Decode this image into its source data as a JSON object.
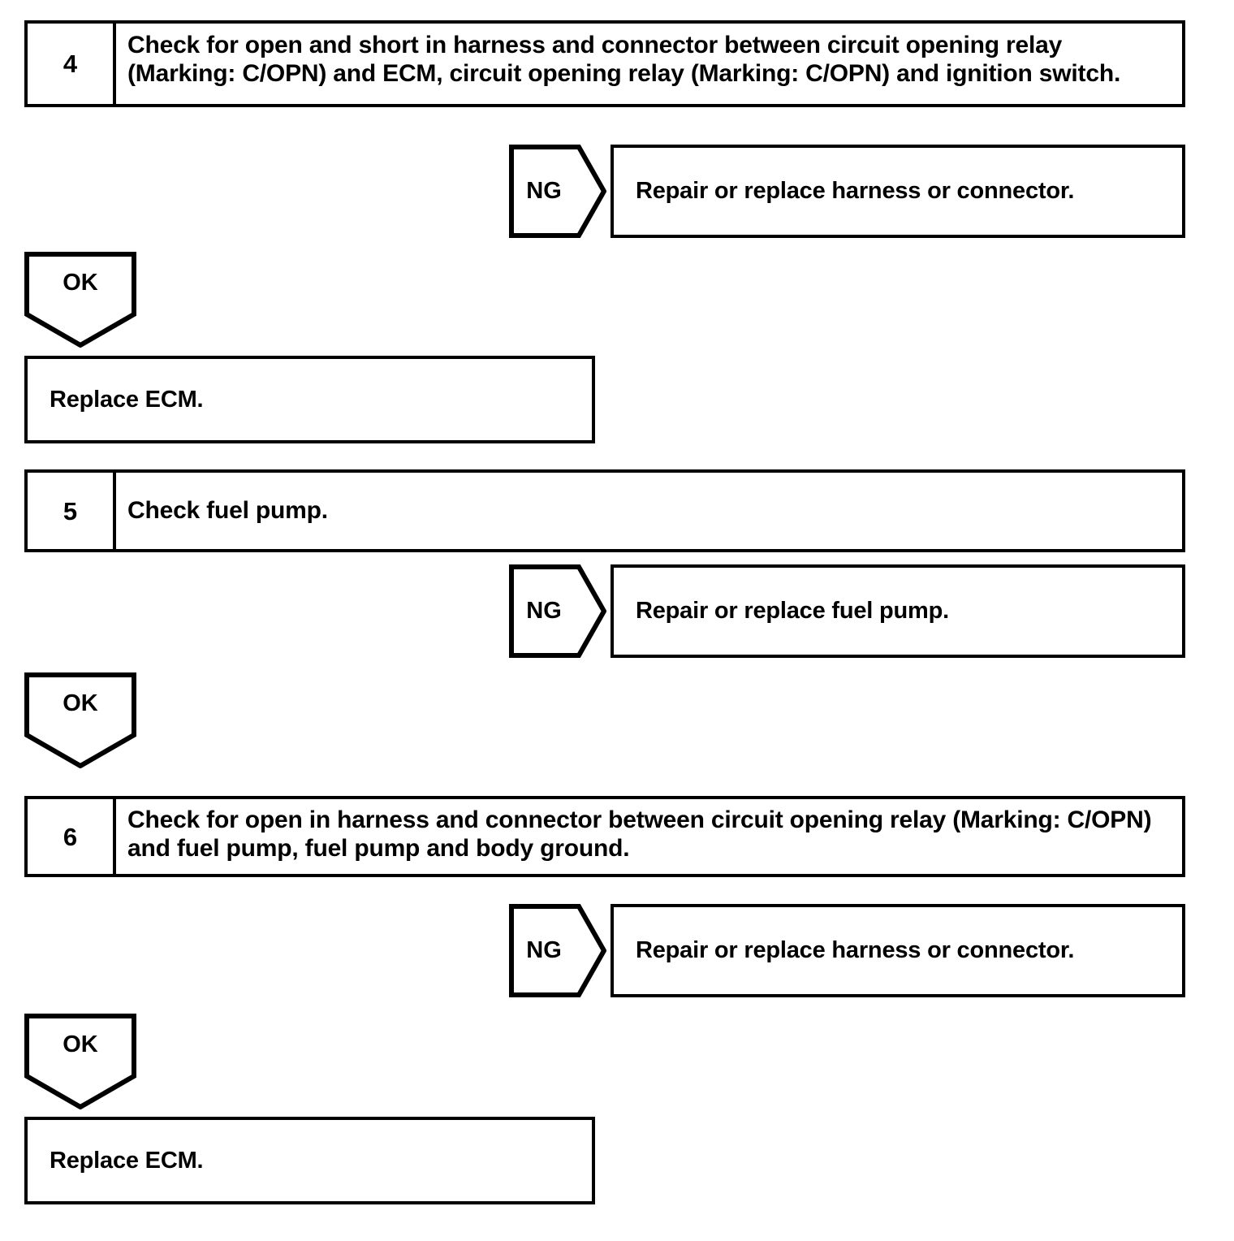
{
  "page": {
    "background_color": "#ffffff",
    "line_color": "#000000",
    "text_color": "#000000"
  },
  "flow": {
    "steps": [
      {
        "number": "4",
        "text": "Check for open and short in harness and connector between circuit opening relay (Marking: C/OPN) and ECM, circuit opening relay (Marking: C/OPN) and ignition switch."
      },
      {
        "number": "5",
        "text": "Check fuel pump."
      },
      {
        "number": "6",
        "text": "Check for open in harness and connector between circuit opening relay (Marking: C/OPN) and fuel pump, fuel pump and body ground."
      }
    ],
    "ng_branches": [
      {
        "label": "NG",
        "result": "Repair or replace harness or connector."
      },
      {
        "label": "NG",
        "result": "Repair or replace fuel pump."
      },
      {
        "label": "NG",
        "result": "Repair or replace harness or connector."
      }
    ],
    "ok_branches": [
      {
        "label": "OK",
        "result": "Replace ECM."
      },
      {
        "label": "OK",
        "result": null
      },
      {
        "label": "OK",
        "result": "Replace ECM."
      }
    ]
  }
}
